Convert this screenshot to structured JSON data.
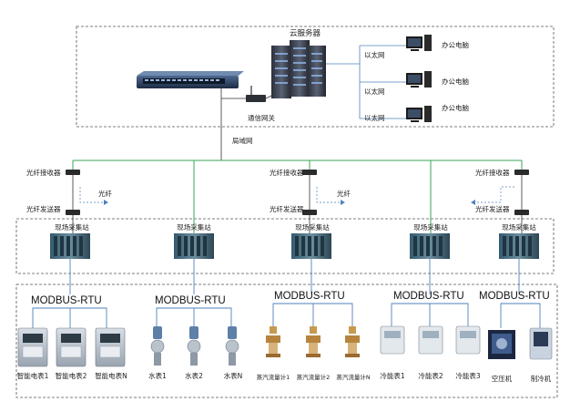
{
  "cloud": {
    "title": "云服务器",
    "gateway_label": "通信网关",
    "lan_label": "局域网",
    "ethernet_labels": [
      "以太网",
      "以太网",
      "以太网"
    ],
    "office_pc_labels": [
      "办公电脑",
      "办公电脑",
      "办公电脑"
    ]
  },
  "fiber": {
    "receiver_label": "光纤接收器",
    "transmitter_label": "光纤发送器",
    "fiber_label": "光纤"
  },
  "stations": {
    "label": "现场采集站"
  },
  "buses": [
    "MODBUS-RTU",
    "MODBUS-RTU",
    "MODBUS-RTU",
    "MODBUS-RTU",
    "MODBUS-RTU"
  ],
  "devices": {
    "smart_meters": [
      "智能电表1",
      "智能电表2",
      "智能电表N"
    ],
    "water_meters": [
      "水表1",
      "水表2",
      "水表N"
    ],
    "steam_meters": [
      "蒸汽流量计1",
      "蒸汽流量计2",
      "蒸汽流量计N"
    ],
    "cooling_meters": [
      "冷能表1",
      "冷能表2",
      "冷能表3"
    ],
    "air_compressor": "空压机",
    "chiller": "制冷机"
  },
  "colors": {
    "bus_green": "#3aa655",
    "bus_blue": "#4f81bd",
    "dashed_border": "#555555"
  }
}
